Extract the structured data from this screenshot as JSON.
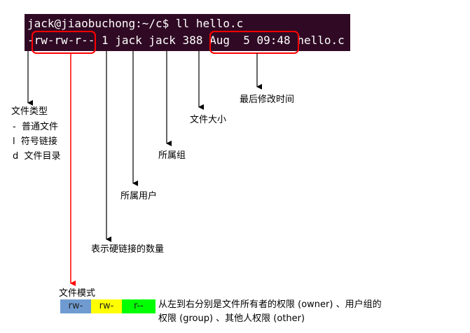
{
  "terminal": {
    "prompt_line": "jack@jiaobuchong:~/c$ ll hello.c",
    "output_line": "-rw-rw-r-- 1 jack jack 388 Aug  5 09:48 hello.c"
  },
  "annotations": {
    "file_type_title": "文件类型",
    "file_type_regular": "-  普通文件",
    "file_type_link": "l  符号链接",
    "file_type_dir": "d  文件目录",
    "hard_links": "表示硬链接的数量",
    "owner_user": "所属用户",
    "group": "所属组",
    "file_size": "文件大小",
    "mod_time": "最后修改时间",
    "file_mode_title": "文件模式",
    "perm_desc_line1": "从左到右分别是文件所有者的权限 (owner) 、用户组的",
    "perm_desc_line2": "权限 (group) 、其他人权限 (other)"
  },
  "permission_blocks": [
    {
      "label": "rw-",
      "color": "#6f9bd1"
    },
    {
      "label": "rw-",
      "color": "#ffff00"
    },
    {
      "label": "r--",
      "color": "#00ff00"
    }
  ],
  "colors": {
    "terminal_bg": "#300a24",
    "highlight": "#ff0000",
    "arrow": "#000000"
  }
}
